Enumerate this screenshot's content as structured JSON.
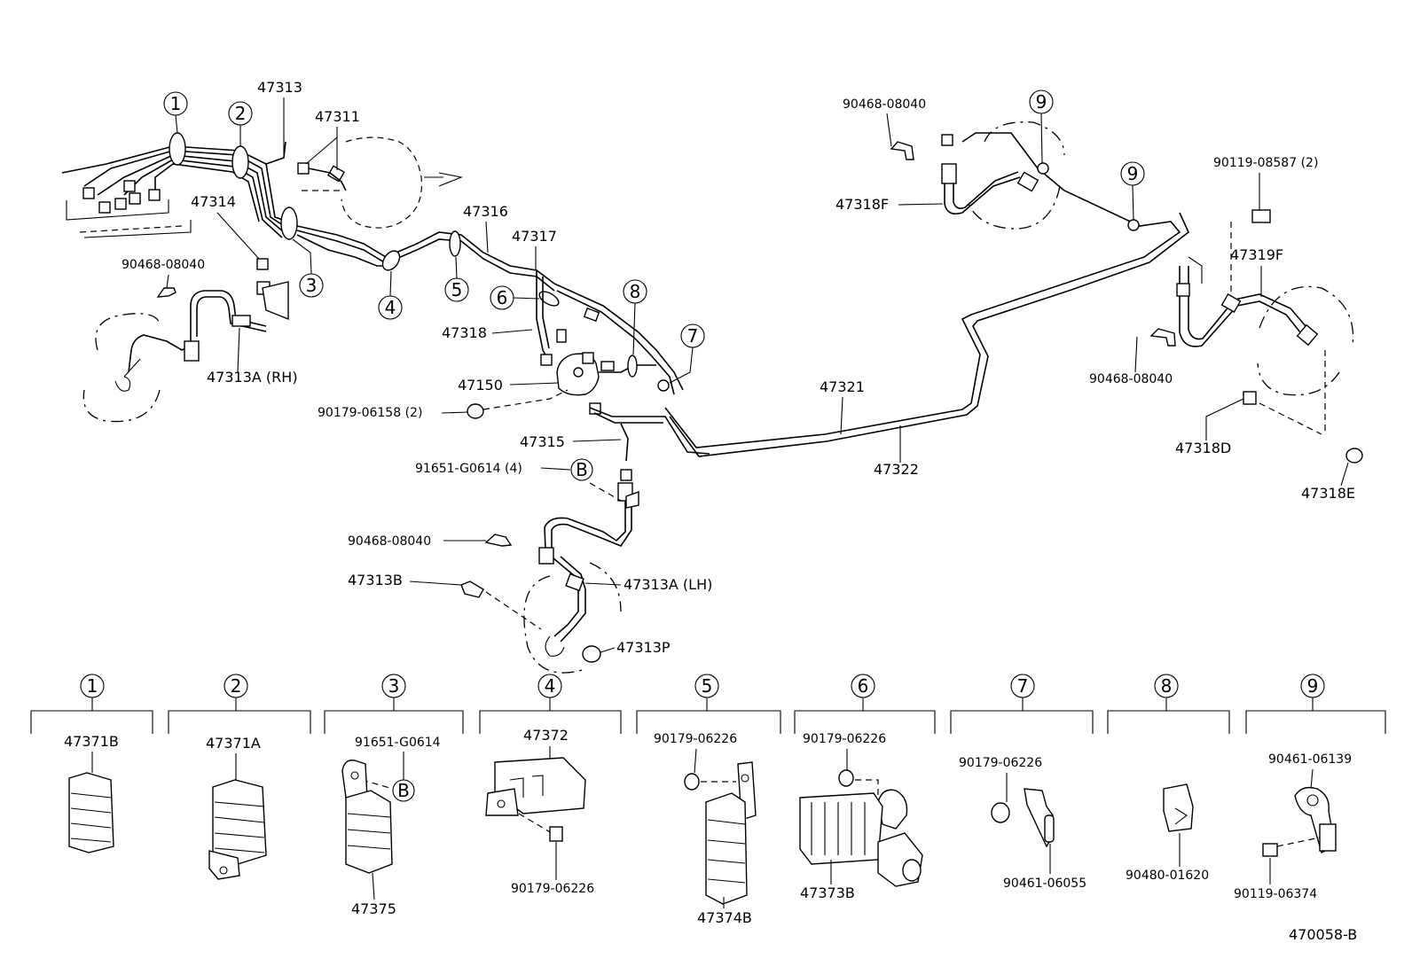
{
  "diagram_code": "470058-B",
  "parts": {
    "p47313": "47313",
    "p47311": "47311",
    "p47314": "47314",
    "p90468_08040_a": "90468-08040",
    "p47313A_RH": "47313A (RH)",
    "p47316": "47316",
    "p47317": "47317",
    "p47318": "47318",
    "p47150": "47150",
    "p90179_06158": "90179-06158 (2)",
    "p47315": "47315",
    "p91651_G0614_4": "91651-G0614 (4)",
    "p90468_08040_b": "90468-08040",
    "p47313B": "47313B",
    "p47313A_LH": "47313A (LH)",
    "p47313P": "47313P",
    "p47321": "47321",
    "p47322": "47322",
    "p90468_08040_c": "90468-08040",
    "p47318F": "47318F",
    "p90119_08587": "90119-08587 (2)",
    "p47319F": "47319F",
    "p90468_08040_d": "90468-08040",
    "p47318D": "47318D",
    "p47318E": "47318E"
  },
  "callouts": {
    "c1": "1",
    "c2": "2",
    "c3": "3",
    "c4": "4",
    "c5": "5",
    "c6": "6",
    "c7": "7",
    "c8": "8",
    "c9a": "9",
    "c9b": "9",
    "ref_b": "B"
  },
  "clamp_panels": [
    {
      "num": "1",
      "parts": [
        "47371B"
      ]
    },
    {
      "num": "2",
      "parts": [
        "47371A"
      ]
    },
    {
      "num": "3",
      "parts": [
        "91651-G0614",
        "B",
        "47375"
      ]
    },
    {
      "num": "4",
      "parts": [
        "47372",
        "90179-06226"
      ]
    },
    {
      "num": "5",
      "parts": [
        "90179-06226",
        "47374B"
      ]
    },
    {
      "num": "6",
      "parts": [
        "90179-06226",
        "47373B"
      ]
    },
    {
      "num": "7",
      "parts": [
        "90179-06226",
        "90461-06055"
      ]
    },
    {
      "num": "8",
      "parts": [
        "90480-01620"
      ]
    },
    {
      "num": "9",
      "parts": [
        "90461-06139",
        "90119-06374"
      ]
    }
  ]
}
